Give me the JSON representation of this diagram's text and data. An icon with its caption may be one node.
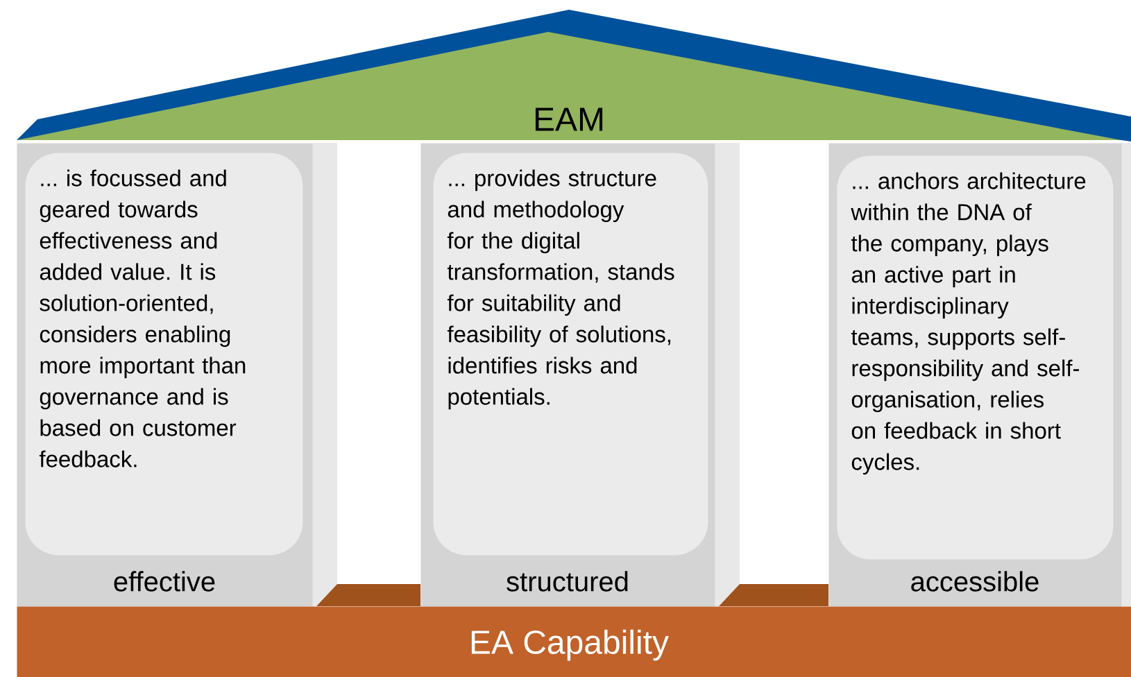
{
  "diagram": {
    "nodes": [
      {
        "text": [
          "EAM"
        ]
      },
      {
        "text": [
          "effective"
        ]
      },
      {
        "text": [
          "... is focussed and geared towards effectiveness and added value. It is solution-oriented, considers enabling more important than governance and is based on customer feedback."
        ],
        "in": 1
      },
      {
        "text": [
          "structured"
        ]
      },
      {
        "text": [
          "... provides structure and methodology for the digital transformation, stands for suitability and feasibility of solutions, identifies risks and potentials."
        ],
        "in": 3
      },
      {
        "text": [
          "accessible"
        ]
      },
      {
        "text": [
          "... anchors architecture within the DNA of the company, plays an active part in interdisciplinary teams, supports self-responsibility and self-organisation, relies on feedback in short cycles."
        ],
        "in": 5
      },
      {
        "text": [
          "EA Capability"
        ]
      }
    ],
    "edges": []
  }
}
